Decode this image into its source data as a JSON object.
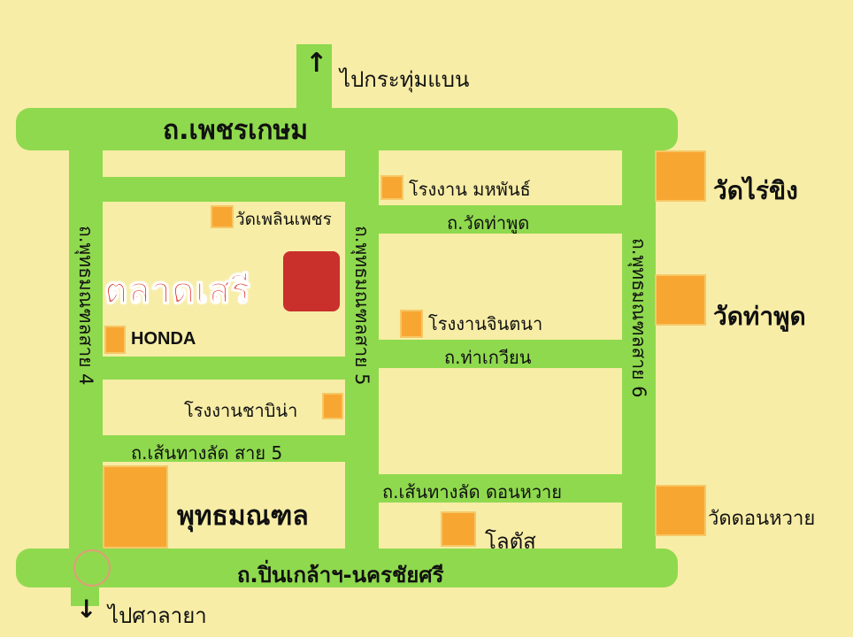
{
  "roads": {
    "main_top": "ถ.เพชรเกษม",
    "main_bottom": "ถ.ปิ่นเกล้าฯ-นครชัยศรี",
    "soi4": "ถ.พุทธมณฑลสาย 4",
    "soi5": "ถ.พุทธมณฑลสาย 5",
    "soi6": "ถ.พุทธมณฑลสาย 6",
    "wat_tha_phut_rd": "ถ.วัดท่าพูด",
    "tha_kwian_rd": "ถ.ท่าเกวียน",
    "shortcut5": "ถ.เส้นทางลัด สาย 5",
    "shortcut_don_wai": "ถ.เส้นทางลัด ดอนหวาย"
  },
  "directions": {
    "north": "ไปกระทุ่มแบน",
    "south": "ไปศาลายา",
    "up_arrow": "↑",
    "down_arrow": "↓"
  },
  "landmarks": {
    "talad_sri": "ตลาดเสรี",
    "wat_phloen_phet": "วัดเพลินเพชร",
    "honda": "HONDA",
    "chabina": "โรงงานชาบิน่า",
    "buddhamonthon": "พุทธมณฑล",
    "factory_mahapan": "โรงงาน มหพันธ์",
    "factory_jintana": "โรงงานจินตนา",
    "lotus": "โลตัส",
    "wat_rai_khing": "วัดไร่ขิง",
    "wat_tha_phut": "วัดท่าพูด",
    "wat_don_wai": "วัดดอนหวาย"
  },
  "colors": {
    "background": "#f7eda6",
    "road": "#8fd94e",
    "marker": "#f8a632",
    "market_marker": "#c9302c",
    "market_text": "#e0322a"
  }
}
